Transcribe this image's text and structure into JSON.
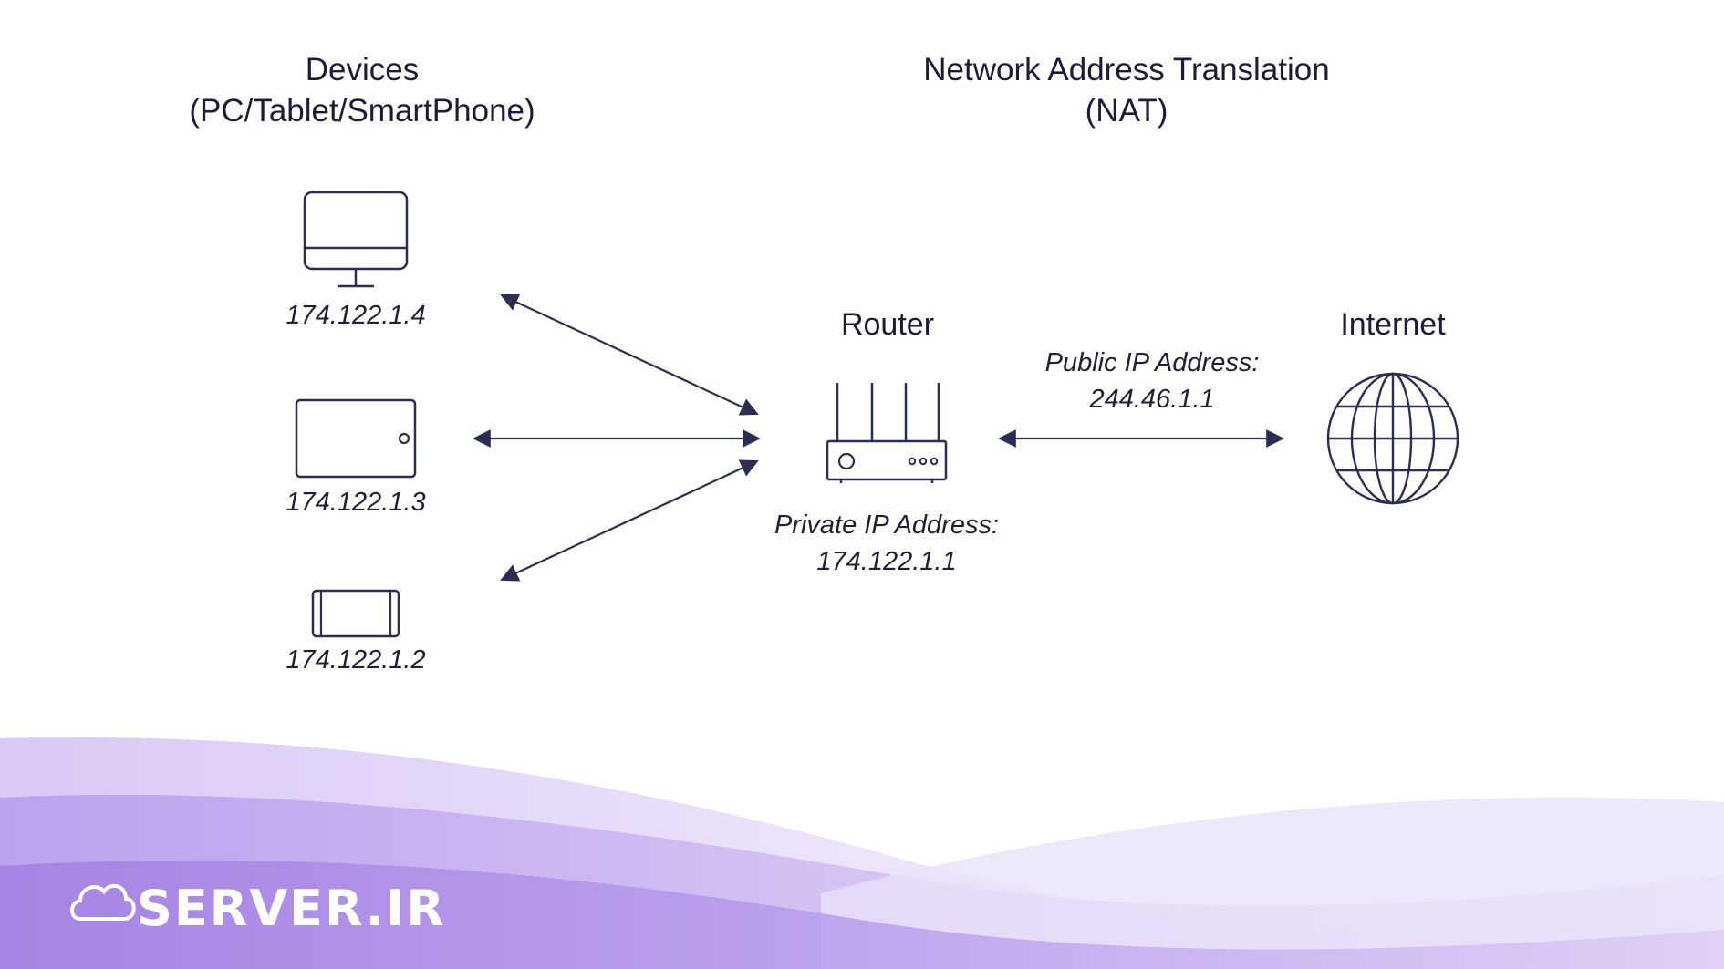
{
  "headings": {
    "devices": {
      "line1": "Devices",
      "line2": "(PC/Tablet/SmartPhone)"
    },
    "nat": {
      "line1": "Network Address Translation",
      "line2": "(NAT)"
    }
  },
  "devices": [
    {
      "name": "pc",
      "icon": "desktop-monitor-icon",
      "ip": "174.122.1.4"
    },
    {
      "name": "tablet",
      "icon": "tablet-icon",
      "ip": "174.122.1.3"
    },
    {
      "name": "smartphone",
      "icon": "smartphone-icon",
      "ip": "174.122.1.2"
    }
  ],
  "router": {
    "label": "Router",
    "icon": "router-icon",
    "private_ip_label": "Private IP Address:",
    "private_ip": "174.122.1.1"
  },
  "internet": {
    "label": "Internet",
    "icon": "globe-icon",
    "public_ip_label": "Public IP Address:",
    "public_ip": "244.46.1.1"
  },
  "branding": {
    "logo_text": "SERVER.IR"
  },
  "colors": {
    "ink": "#2b2d55",
    "text": "#1c1c3a",
    "wave_light": "#e6dcf7",
    "wave_mid": "#c9b4f0",
    "wave_dark": "#a98be3"
  }
}
